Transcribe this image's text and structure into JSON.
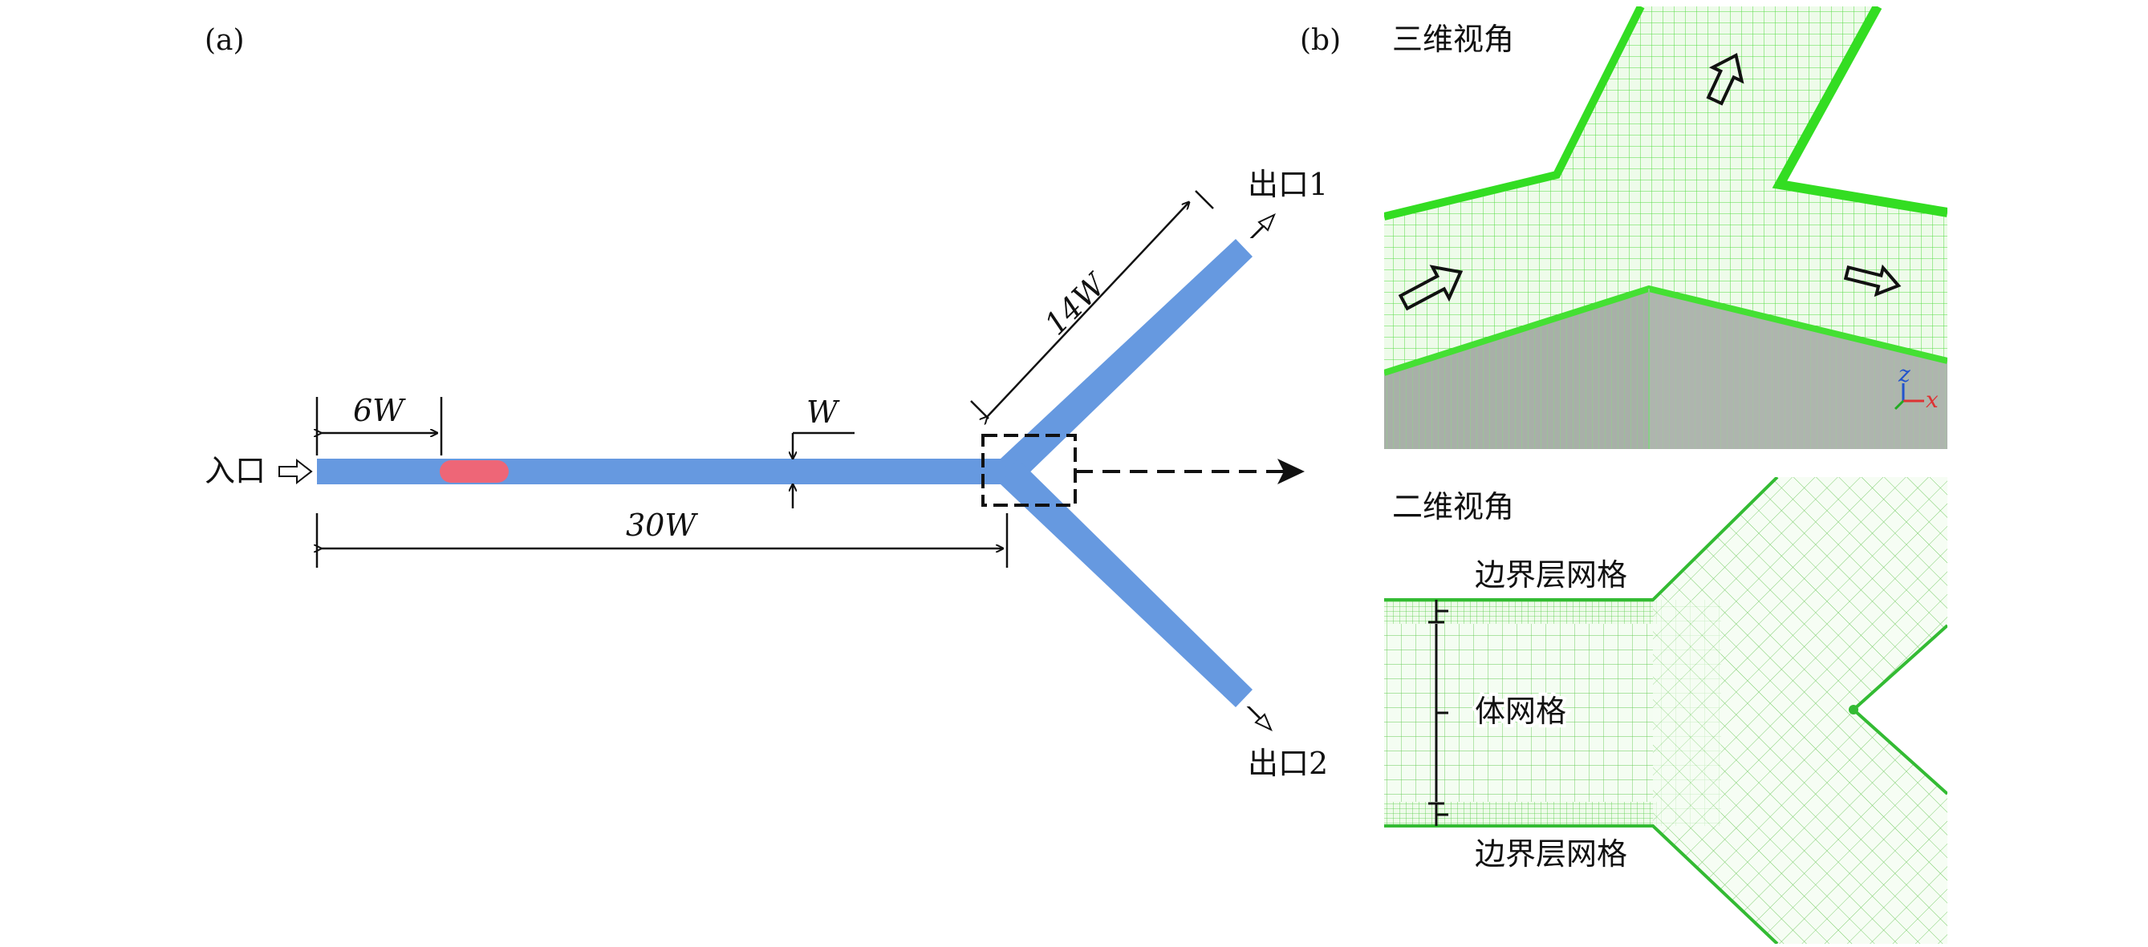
{
  "panel_a": {
    "label": "(a)",
    "inlet_label": "入口",
    "outlet1_label": "出口1",
    "outlet2_label": "出口2",
    "dim_6W": "6W",
    "dim_W": "W",
    "dim_30W": "30W",
    "dim_14W": "14W"
  },
  "panel_b": {
    "label": "(b)",
    "view3d_label": "三维视角",
    "view2d_label": "二维视角",
    "boundary_mesh_top": "边界层网格",
    "body_mesh": "体网格",
    "boundary_mesh_bottom": "边界层网格",
    "axis_z": "z",
    "axis_x": "x"
  },
  "colors": {
    "channel": "#6699e0",
    "droplet": "#ee6677",
    "mesh_green": "#33dd33",
    "mesh_light": "#aaeea0"
  }
}
